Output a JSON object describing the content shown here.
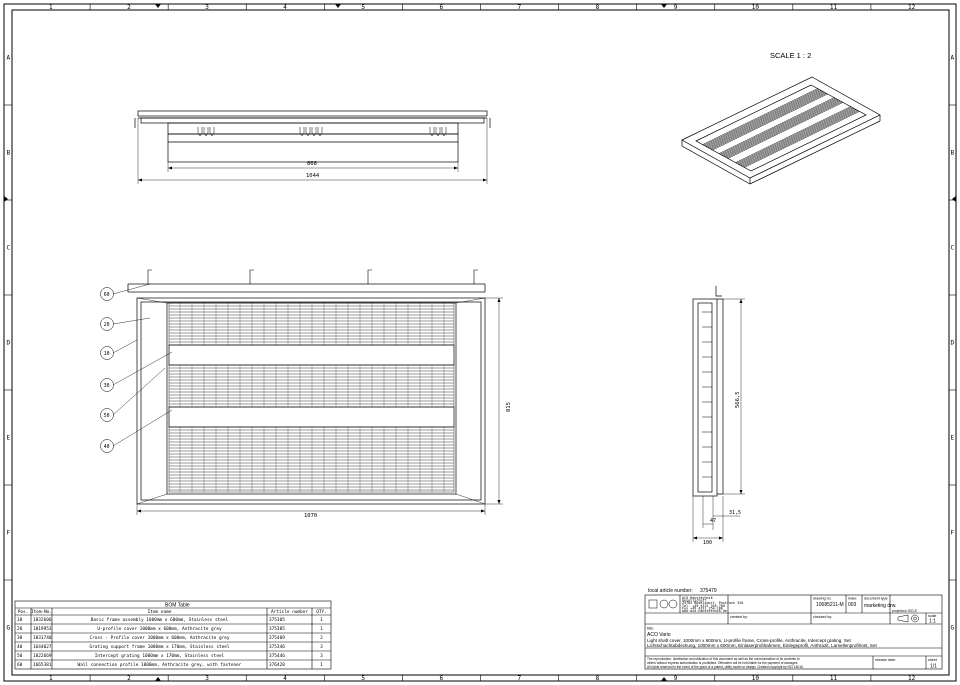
{
  "frame": {
    "columns": [
      "1",
      "2",
      "3",
      "4",
      "5",
      "6",
      "7",
      "8",
      "9",
      "10",
      "11",
      "12"
    ],
    "rows": [
      "A",
      "B",
      "C",
      "D",
      "E",
      "F",
      "G"
    ]
  },
  "scale_label": "SCALE 1 : 2",
  "dimensions": {
    "top_inner": "868",
    "top_overall": "1044",
    "front_width": "1070",
    "front_height": "815",
    "side_height": "566,5",
    "side_31": "31,5",
    "side_47": "47",
    "side_100": "100"
  },
  "balloons": [
    "60",
    "20",
    "10",
    "30",
    "50",
    "40"
  ],
  "bom": {
    "title": "BOM Table",
    "headers": [
      "Pos.",
      "Item-No.",
      "Item name",
      "Article number",
      "QTY."
    ],
    "rows": [
      [
        "10",
        "1832606",
        "Basic frame assembly 1000mm x 600mm, Stainless steel",
        "375305",
        "1"
      ],
      [
        "20",
        "1819953",
        "U-profile cover 1000mm x 600mm, Anthracite grey",
        "375385",
        "1"
      ],
      [
        "30",
        "1831740",
        "Cross - Profile cover 1000mm x 600mm, Anthracite grey",
        "375409",
        "2"
      ],
      [
        "40",
        "1644027",
        "Grating support frame 1000mm x 170mm, Stainless steel",
        "375346",
        "3"
      ],
      [
        "50",
        "1822669",
        "Intercept grating 1000mm x 170mm, Stainless steel",
        "375446",
        "3"
      ],
      [
        "60",
        "1665381",
        "Wall connection profile 1000mm, Anthracite grey, with fastener",
        "376420",
        "1"
      ]
    ]
  },
  "title_block": {
    "local_article_label": "local article number:",
    "local_article_value": "375479",
    "company_lines": [
      "ACO Haustechnik",
      "Gesellschaft",
      "24782 Büdelsdorf, Postfach 320",
      "Tel. +49 4331 354-700",
      "Fax +49 4331 354-180",
      "www.aco-haustechnik.de"
    ],
    "drawing_no_label": "drawing no.",
    "drawing_no": "10685211-M",
    "index_label": "index",
    "index": "003",
    "doc_type_label": "document type",
    "doc_type": "marketing drw.",
    "created_by_label": "created by:",
    "checked_by_label": "checked by:",
    "projection_label": "projection ISO-E",
    "scale_label": "scale",
    "scale": "1:1",
    "title_label": "title:",
    "title_main": "ACO Vario",
    "desc_en": "Light shaft cover, 1000mm x 600mm, U-profile frame, Cross-profile, Anthracite, Intercept grating, Set",
    "desc_de": "Lichtschachtabdeckung, 1000mm x 600mm, Einlaserprofilrahmen, Einlegeprofil, Anthrazit, Lamellenprofilrost, Set",
    "legal_1": "The reproduction, distribution and utilization of this document as well as the communication of its contents to",
    "legal_2": "others without express authorization is prohibited. Offenders will be held liable for the payment of damages.",
    "legal_3": "All rights reserved in the event of the grant of a patent, utility model or design. Created copyright by ISO 16016.",
    "release_label": "release date:",
    "sheet_label": "sheet",
    "sheet": "1/1"
  }
}
